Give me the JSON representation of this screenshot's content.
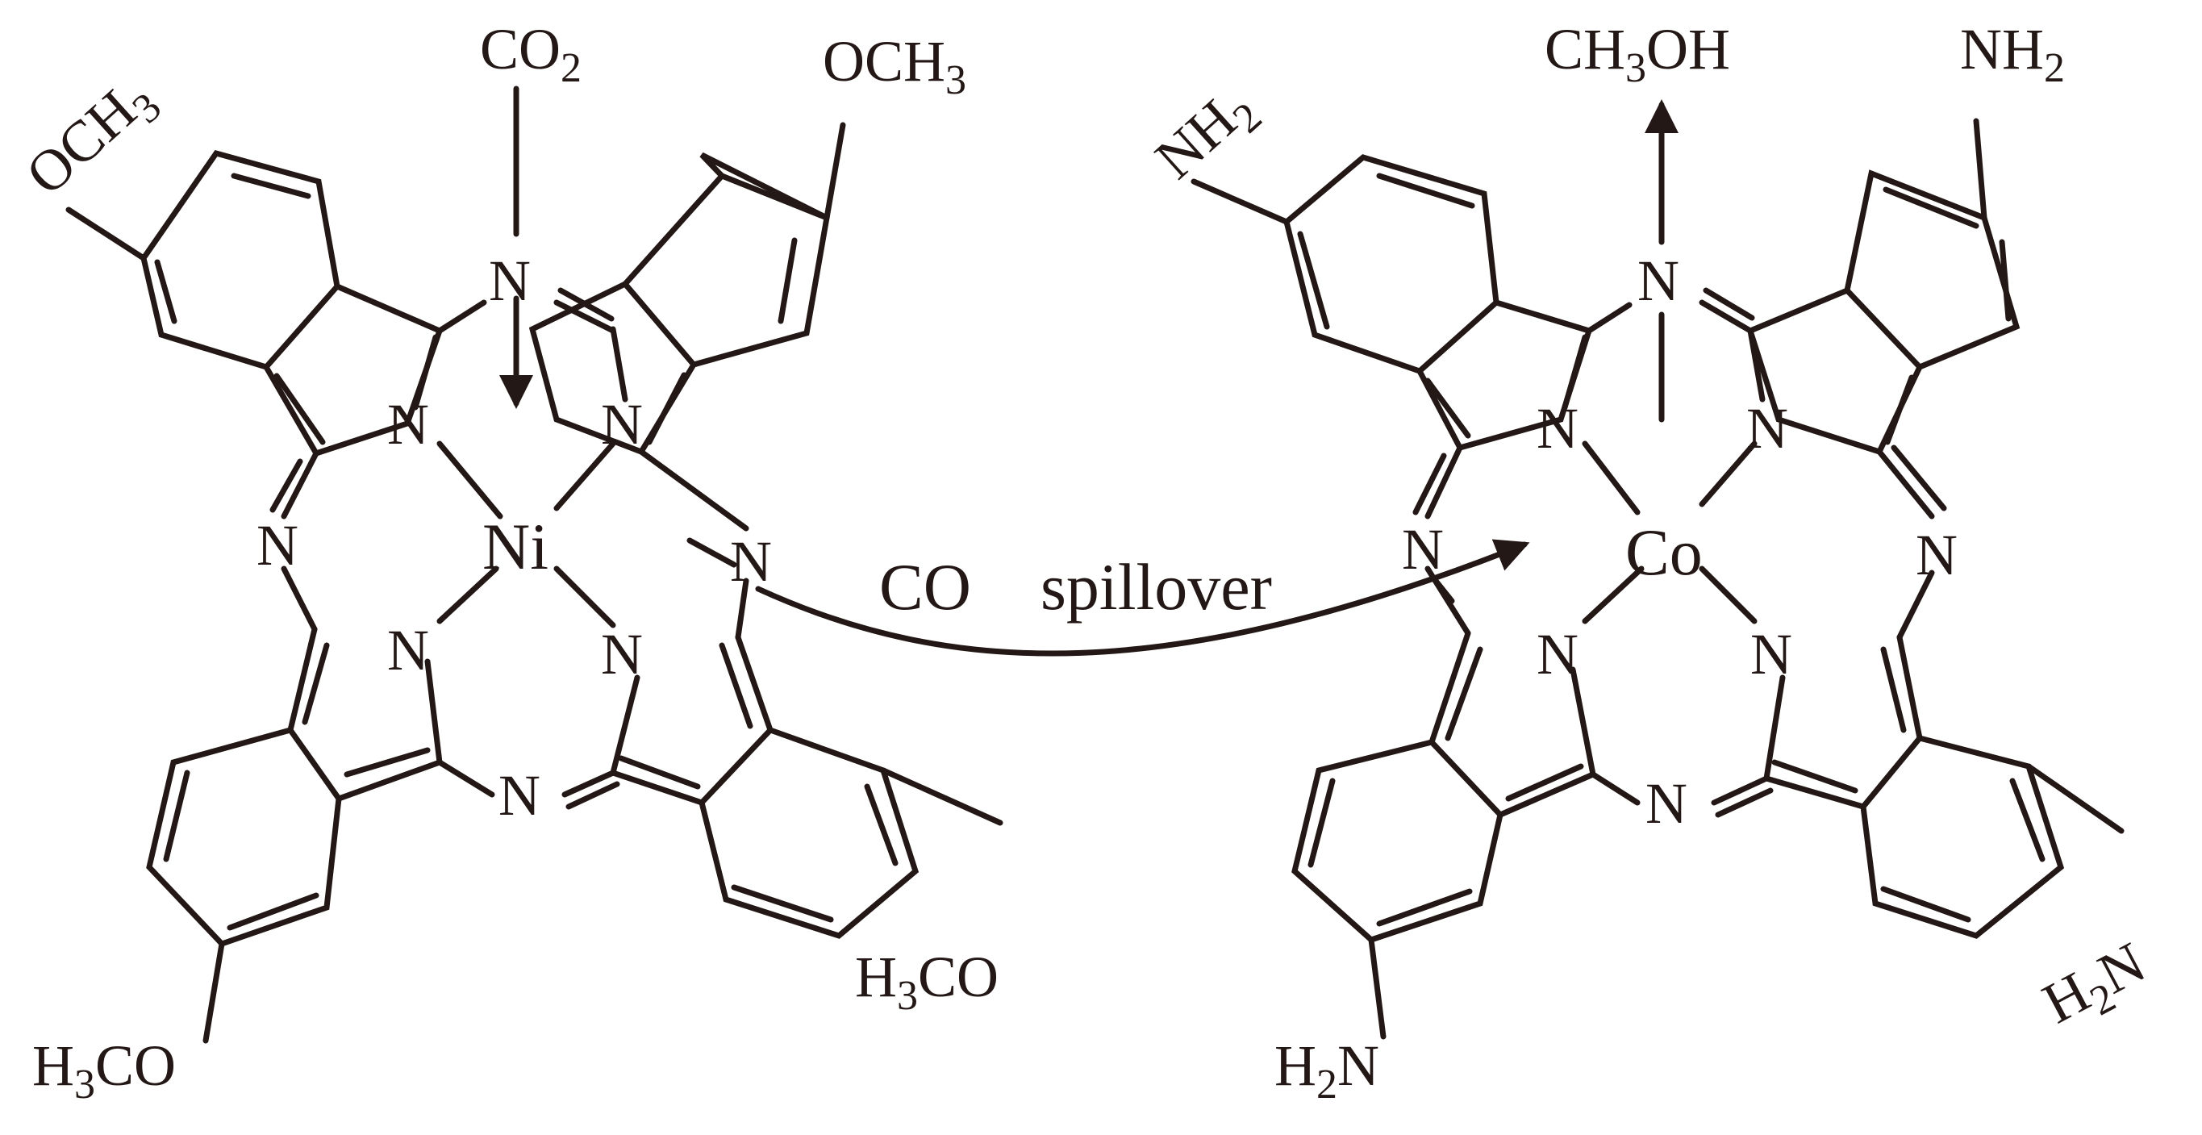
{
  "colors": {
    "ink": "#231815",
    "background": "#ffffff"
  },
  "left_molecule": {
    "metal": "Ni",
    "ring_nitrogen": "N",
    "substituents": [
      {
        "text": "OCH",
        "sub": "3"
      },
      {
        "text": "OCH",
        "sub": "3"
      },
      {
        "text": "H",
        "sub": "3",
        "tail": "CO"
      },
      {
        "text": "H",
        "sub": "3",
        "tail": "CO"
      }
    ],
    "reactant": {
      "text": "CO",
      "sub": "2"
    }
  },
  "right_molecule": {
    "metal": "Co",
    "ring_nitrogen": "N",
    "substituents": [
      {
        "text": "NH",
        "sub": "2"
      },
      {
        "text": "NH",
        "sub": "2"
      },
      {
        "text": "H",
        "sub": "2",
        "tail": "N"
      },
      {
        "text": "H",
        "sub": "2",
        "tail": "N"
      }
    ],
    "product": {
      "text": "CH",
      "sub": "3",
      "tail": "OH"
    }
  },
  "transfer": {
    "species": "CO",
    "label": "spillover",
    "icon": "curved-arrow-icon"
  }
}
